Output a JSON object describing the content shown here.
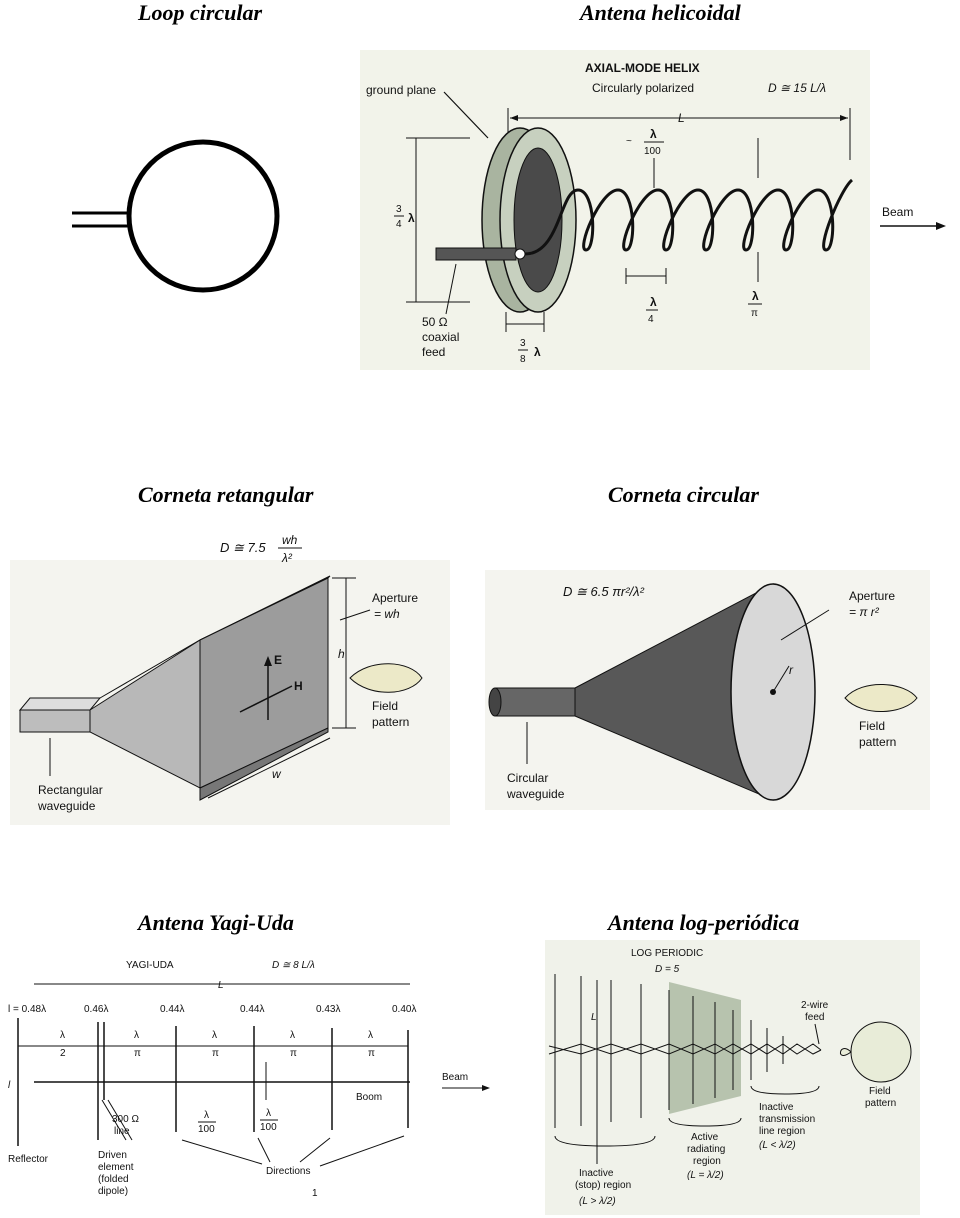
{
  "titles": {
    "loop": "Loop circular",
    "helix": "Antena helicoidal",
    "horn_rect": "Corneta retangular",
    "horn_circ": "Corneta circular",
    "yagi": "Antena Yagi-Uda",
    "logper": "Antena log-periódica"
  },
  "helix": {
    "heading": "AXIAL-MODE HELIX",
    "subheading": "Circularly polarized",
    "directivity": "D ≅ 15 L/λ",
    "ground_plane": "ground plane",
    "length": "L",
    "pitch_num": "λ",
    "pitch_den": "100",
    "approx": "~",
    "beam": "Beam",
    "height_num": "3",
    "height_den": "4",
    "height_sym": "λ",
    "feed_l1": "50 Ω",
    "feed_l2": "coaxial",
    "feed_l3": "feed",
    "depth_num": "3",
    "depth_den": "8",
    "depth_sym": "λ",
    "spacing_num": "λ",
    "spacing_den": "4",
    "diam_num": "λ",
    "diam_den": "π"
  },
  "horn_rect": {
    "directivity": "D ≅ 7.5",
    "dir_num": "wh",
    "dir_den": "λ²",
    "aperture_l1": "Aperture",
    "aperture_l2": "= wh",
    "h": "h",
    "w": "w",
    "e_field": "E",
    "h_field": "H",
    "field_l1": "Field",
    "field_l2": "pattern",
    "wg_l1": "Rectangular",
    "wg_l2": "waveguide"
  },
  "horn_circ": {
    "directivity": "D ≅ 6.5 πr²/λ²",
    "aperture_l1": "Aperture",
    "aperture_l2": "= π r²",
    "r": "r",
    "field_l1": "Field",
    "field_l2": "pattern",
    "wg_l1": "Circular",
    "wg_l2": "waveguide"
  },
  "yagi": {
    "heading": "YAGI-UDA",
    "directivity": "D ≅ 8 L/λ",
    "length": "L",
    "element_lengths": [
      "l = 0.48λ",
      "0.46λ",
      "0.44λ",
      "0.44λ",
      "0.43λ",
      "0.40λ"
    ],
    "spacings": [
      {
        "num": "λ",
        "den": "2"
      },
      {
        "num": "λ",
        "den": "π"
      },
      {
        "num": "λ",
        "den": "π"
      },
      {
        "num": "λ",
        "den": "π"
      },
      {
        "num": "λ",
        "den": "π"
      }
    ],
    "l_marker": "l",
    "beam": "Beam",
    "boom": "Boom",
    "line_l1": "300 Ω",
    "line_l2": "line",
    "gap1_num": "λ",
    "gap1_den": "100",
    "gap2_num": "λ",
    "gap2_den": "100",
    "reflector": "Reflector",
    "driven_l1": "Driven",
    "driven_l2": "element",
    "driven_l3": "(folded",
    "driven_l4": "dipole)",
    "directions": "Directions",
    "page_mark": "1"
  },
  "logper": {
    "heading": "LOG PERIODIC",
    "directivity": "D = 5",
    "length": "L",
    "feed_l1": "2-wire",
    "feed_l2": "feed",
    "field_l1": "Field",
    "field_l2": "pattern",
    "active_l1": "Active",
    "active_l2": "radiating",
    "active_l3": "region",
    "active_l4": "(L = λ/2)",
    "tline_l1": "Inactive",
    "tline_l2": "transmission",
    "tline_l3": "line region",
    "tline_l4": "(L < λ/2)",
    "stop_l1": "Inactive",
    "stop_l2": "(stop) region",
    "stop_l3": "(L > λ/2)"
  }
}
